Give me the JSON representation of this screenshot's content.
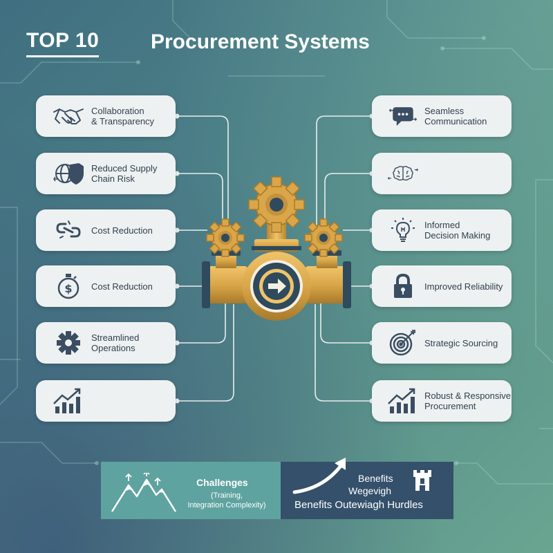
{
  "header": {
    "top_label": "TOP 10",
    "title": "Procurement Systems"
  },
  "left_cards": [
    {
      "label": "Collaboration\n& Transparency",
      "icon": "handshake-icon"
    },
    {
      "label": "Reduced Supply\nChain Risk",
      "icon": "shield-globe-icon"
    },
    {
      "label": "Cost Reduction",
      "icon": "chain-links-icon"
    },
    {
      "label": "Cost Reduction",
      "icon": "stopwatch-dollar-icon"
    },
    {
      "label": "Streamlined\nOperations",
      "icon": "gear-icon"
    },
    {
      "label": "",
      "icon": "growth-chart-icon"
    }
  ],
  "right_cards": [
    {
      "label": "Seamless\nCommunication",
      "icon": "chat-bubble-icon"
    },
    {
      "label": "",
      "icon": "brain-icon"
    },
    {
      "label": "Informed\nDecision Making",
      "icon": "lightbulb-icon"
    },
    {
      "label": "Improved Reliability",
      "icon": "padlock-icon"
    },
    {
      "label": "Strategic Sourcing",
      "icon": "target-icon"
    },
    {
      "label": "Robust & Responsive\nProcurement",
      "icon": "growth-chart-icon"
    }
  ],
  "bottom": {
    "challenges_title": "Challenges",
    "challenges_sub": "(Training,\nIntegration Complexity)",
    "benefits_line1": "Benefits",
    "benefits_line2": "Wegevigh",
    "benefits_line3": "Benefits Outewiagh Hurdles"
  },
  "colors": {
    "card_bg": "#eef1f1",
    "icon": "#3a4d62",
    "pipe_gold": "#d9a649",
    "pipe_dark": "#2f4a5c",
    "challenge_bg": "#5fa3a0",
    "benefit_bg": "#34506a"
  }
}
